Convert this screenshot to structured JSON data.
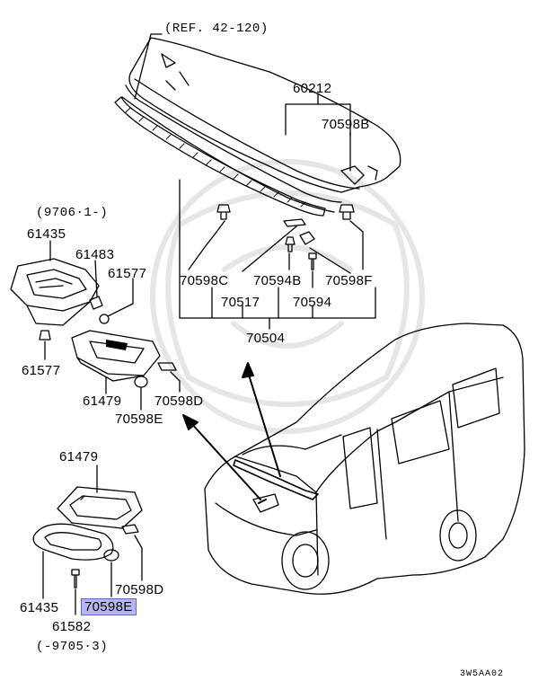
{
  "diagram": {
    "ref_label": "(REF. 42-120)",
    "date_upper": "(9706·1-)",
    "date_lower": "(-9705·3)",
    "drawing_code": "3W5AA02",
    "highlight_color": "#b7b7ef",
    "parts": {
      "p60212": "60212",
      "p70598B_top": "70598B",
      "p70598C": "70598C",
      "p70594B": "70594B",
      "p70598F": "70598F",
      "p70517": "70517",
      "p70594": "70594",
      "p70504": "70504",
      "p61435_top": "61435",
      "p61483": "61483",
      "p61577_a": "61577",
      "p61577_b": "61577",
      "p61479_mid": "61479",
      "p70598D_mid": "70598D",
      "p70598E_mid": "70598E",
      "p61479_low": "61479",
      "p70598D_low": "70598D",
      "p61435_low": "61435",
      "p70598E_sel": "70598E",
      "p61582": "61582"
    }
  }
}
